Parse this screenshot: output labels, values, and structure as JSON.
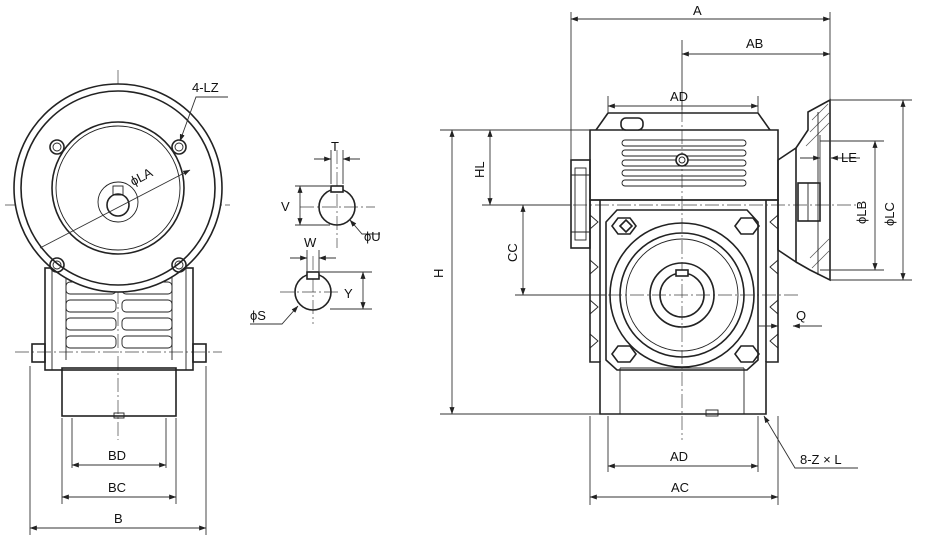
{
  "labels": {
    "A": "A",
    "AB": "AB",
    "AD_top": "AD",
    "AD_bottom": "AD",
    "AC": "AC",
    "H": "H",
    "HL": "HL",
    "CC": "CC",
    "LE": "LE",
    "LB": "ϕLB",
    "LC": "ϕLC",
    "Q": "Q",
    "ZxL": "8-Z × L",
    "LZ": "4-LZ",
    "LA": "ϕLA",
    "BD": "BD",
    "BC": "BC",
    "B": "B",
    "T": "T",
    "V": "V",
    "U": "ϕU",
    "W": "W",
    "Y": "Y",
    "S": "ϕS"
  }
}
